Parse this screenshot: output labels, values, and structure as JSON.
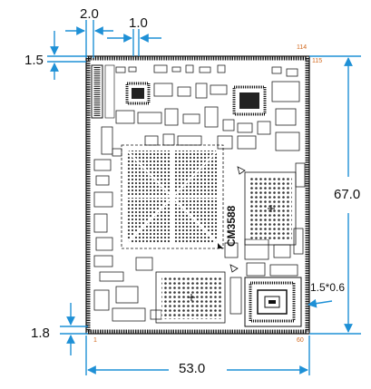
{
  "dimensions": {
    "top_width": "2.0",
    "top_pitch": "1.0",
    "left_top_offset": "1.5",
    "left_bottom_offset": "1.8",
    "height": "67.0",
    "width": "53.0",
    "pad": "1.5*0.6"
  },
  "pin_labels": {
    "top_right": "114",
    "right_top": "115",
    "bottom_right": "60",
    "bottom_left": "1"
  },
  "chip_label": "CM3588",
  "colors": {
    "arrow": "#1e90d6",
    "board": "#111111",
    "pin_label": "#d2691e"
  }
}
